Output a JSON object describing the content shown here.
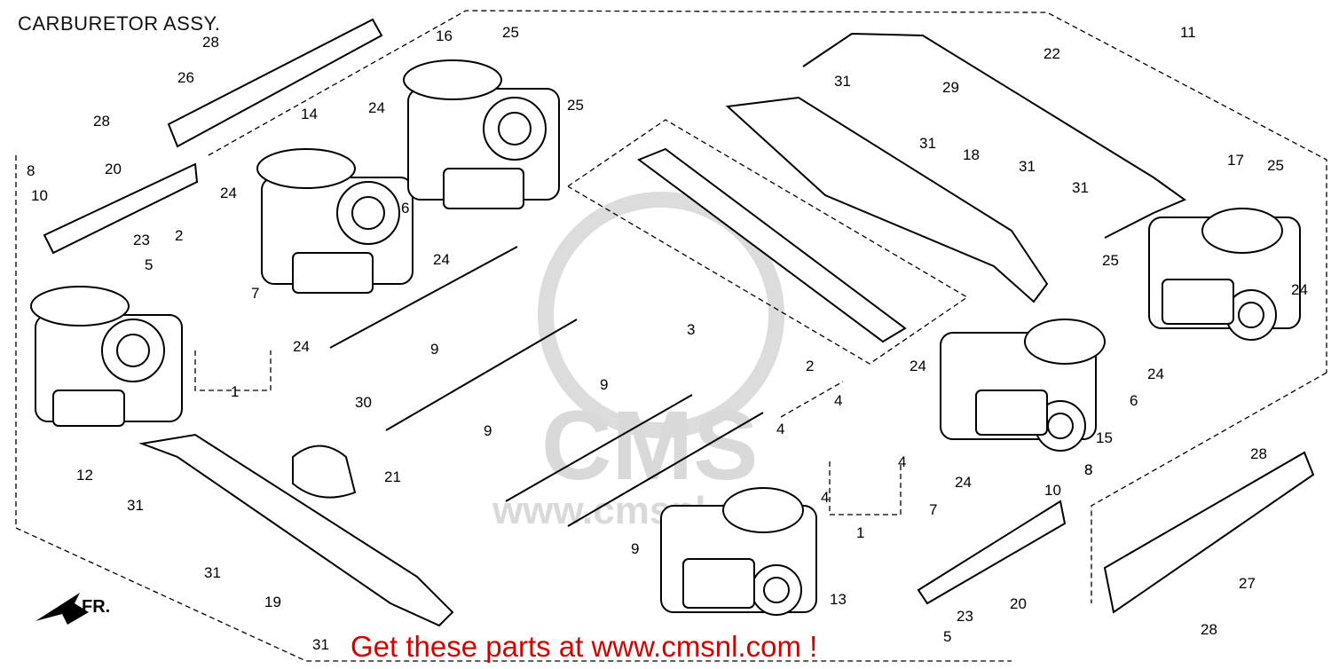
{
  "title": "CARBURETOR ASSY.",
  "footer": "Get these parts at www.cmsnl.com  !",
  "watermark": "CMS",
  "watermark_url": "www.cmsnl.com",
  "direction": "FR.",
  "colors": {
    "ink": "#000000",
    "footer": "#d40000",
    "watermark": "#d9d9d9"
  },
  "callouts": [
    "28",
    "26",
    "28",
    "8",
    "10",
    "20",
    "23",
    "5",
    "2",
    "12",
    "1",
    "7",
    "24",
    "24",
    "14",
    "24",
    "24",
    "6",
    "16",
    "25",
    "25",
    "9",
    "9",
    "9",
    "9",
    "30",
    "21",
    "31",
    "31",
    "31",
    "19",
    "8",
    "3",
    "22",
    "29",
    "31",
    "31",
    "18",
    "31",
    "31",
    "11",
    "17",
    "25",
    "24",
    "25",
    "24",
    "6",
    "15",
    "24",
    "24",
    "7",
    "4",
    "2",
    "4",
    "4",
    "4",
    "1",
    "13",
    "23",
    "5",
    "20",
    "8",
    "10",
    "28",
    "27",
    "28"
  ]
}
